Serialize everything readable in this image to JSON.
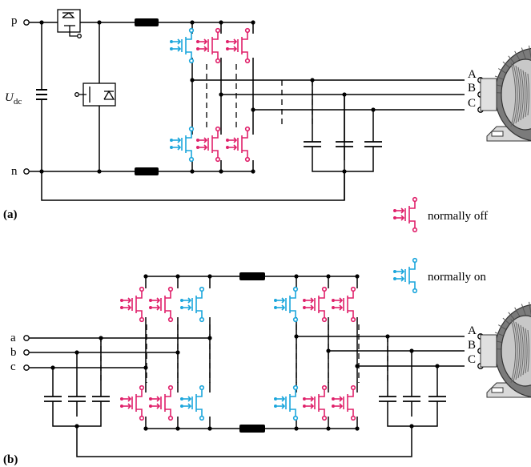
{
  "panel_a": {
    "tag": "(a)",
    "rail_p": "p",
    "rail_n": "n",
    "dc_label": "U",
    "dc_label_sub": "dc",
    "motor_phases": [
      "A",
      "B",
      "C"
    ]
  },
  "panel_b": {
    "tag": "(b)",
    "grid_phases": [
      "a",
      "b",
      "c"
    ],
    "motor_phases": [
      "A",
      "B",
      "C"
    ]
  },
  "legend": {
    "normally_off": "normally off",
    "normally_on": "normally on"
  },
  "colors": {
    "normally_off": "#e0206a",
    "normally_on": "#1ba6dc",
    "wire": "#000000",
    "motor_body": "#7b7b7b",
    "motor_fin": "#c8c8c8"
  }
}
